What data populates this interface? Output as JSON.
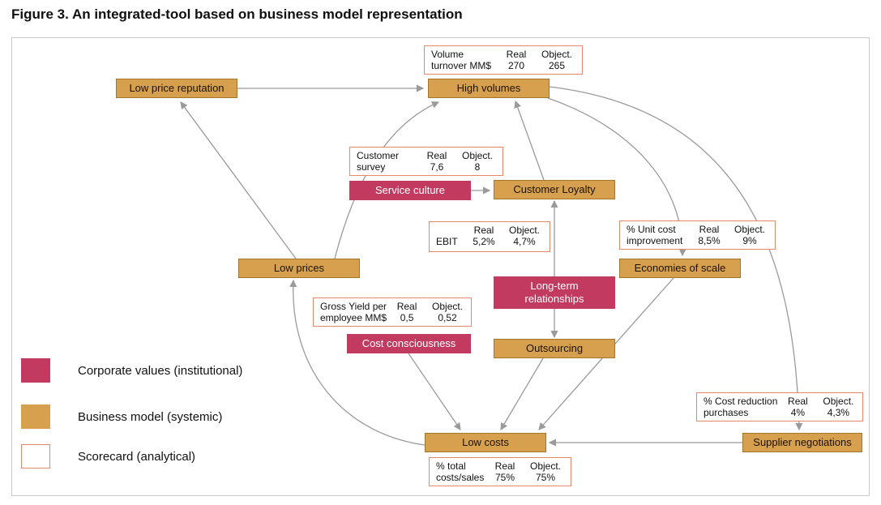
{
  "title": "Figure 3. An integrated-tool based on business model representation",
  "colors": {
    "business_fill": "#D7A04E",
    "business_border": "#A3772B",
    "corporate_fill": "#C23A60",
    "scorecard_border": "#E8876C",
    "arrow": "#9A9A9A"
  },
  "nodes": {
    "low_price_reputation": {
      "label": "Low price reputation",
      "type": "business"
    },
    "high_volumes": {
      "label": "High volumes",
      "type": "business"
    },
    "service_culture": {
      "label": "Service culture",
      "type": "corporate"
    },
    "customer_loyalty": {
      "label": "Customer Loyalty",
      "type": "business"
    },
    "low_prices": {
      "label": "Low prices",
      "type": "business"
    },
    "economies_of_scale": {
      "label": "Economies of scale",
      "type": "business"
    },
    "long_term_relationships": {
      "label": "Long-term relationships",
      "type": "corporate"
    },
    "cost_consciousness": {
      "label": "Cost consciousness",
      "type": "corporate"
    },
    "outsourcing": {
      "label": "Outsourcing",
      "type": "business"
    },
    "low_costs": {
      "label": "Low costs",
      "type": "business"
    },
    "supplier_negotiations": {
      "label": "Supplier negotiations",
      "type": "business"
    }
  },
  "scorecards": {
    "volume_turnover": {
      "line1": "Volume",
      "line2": "turnover MM$",
      "real_header": "Real",
      "object_header": "Object.",
      "real": "270",
      "object": "265"
    },
    "customer_survey": {
      "line1": "Customer",
      "line2": "survey",
      "real_header": "Real",
      "object_header": "Object.",
      "real": "7,6",
      "object": "8"
    },
    "ebit": {
      "line1": "",
      "line2": "EBIT",
      "real_header": "Real",
      "object_header": "Object.",
      "real": "5,2%",
      "object": "4,7%"
    },
    "unit_cost_improvement": {
      "line1": "% Unit cost",
      "line2": "improvement",
      "real_header": "Real",
      "object_header": "Object.",
      "real": "8,5%",
      "object": "9%"
    },
    "gross_yield": {
      "line1": "Gross Yield per",
      "line2": "employee MM$",
      "real_header": "Real",
      "object_header": "Object.",
      "real": "0,5",
      "object": "0,52"
    },
    "cost_reduction": {
      "line1": "% Cost reduction",
      "line2": "purchases",
      "real_header": "Real",
      "object_header": "Object.",
      "real": "4%",
      "object": "4,3%"
    },
    "total_costs_sales": {
      "line1": "% total",
      "line2": "costs/sales",
      "real_header": "Real",
      "object_header": "Object.",
      "real": "75%",
      "object": "75%"
    }
  },
  "legend": {
    "corporate": {
      "label": "Corporate values (institutional)"
    },
    "business": {
      "label": "Business model (systemic)"
    },
    "scorecard": {
      "label": "Scorecard (analytical)"
    }
  },
  "edges": [
    {
      "from": "low_costs",
      "to": "low_prices"
    },
    {
      "from": "low_prices",
      "to": "low_price_reputation"
    },
    {
      "from": "low_price_reputation",
      "to": "high_volumes"
    },
    {
      "from": "low_prices",
      "to": "high_volumes"
    },
    {
      "from": "service_culture",
      "to": "customer_loyalty"
    },
    {
      "from": "customer_loyalty",
      "to": "high_volumes"
    },
    {
      "from": "long_term_relationships",
      "to": "customer_loyalty"
    },
    {
      "from": "long_term_relationships",
      "to": "outsourcing"
    },
    {
      "from": "high_volumes",
      "to": "economies_of_scale"
    },
    {
      "from": "high_volumes",
      "to": "supplier_negotiations"
    },
    {
      "from": "economies_of_scale",
      "to": "low_costs"
    },
    {
      "from": "outsourcing",
      "to": "low_costs"
    },
    {
      "from": "cost_consciousness",
      "to": "low_costs"
    },
    {
      "from": "supplier_negotiations",
      "to": "low_costs"
    }
  ]
}
